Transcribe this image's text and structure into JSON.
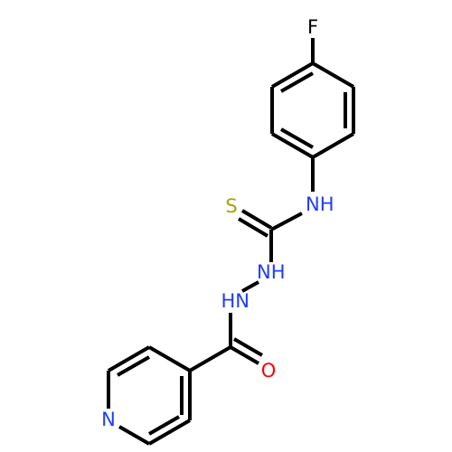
{
  "molecule": {
    "atoms": {
      "fluorine": {
        "symbol": "F",
        "color": "#000000"
      },
      "amine_nh": {
        "symbol": "NH",
        "color": "#1f3cff"
      },
      "sulfur": {
        "symbol": "S",
        "color": "#a6a600"
      },
      "hydrazine_nh_right": {
        "symbol": "NH",
        "color": "#1f3cff"
      },
      "hydrazine_hn_left": {
        "symbol": "HN",
        "color": "#1f3cff"
      },
      "oxygen": {
        "symbol": "O",
        "color": "#ff0000"
      },
      "pyridine_n": {
        "symbol": "N",
        "color": "#1f3cff"
      }
    },
    "bond_color": "#000000",
    "background": "#ffffff"
  }
}
